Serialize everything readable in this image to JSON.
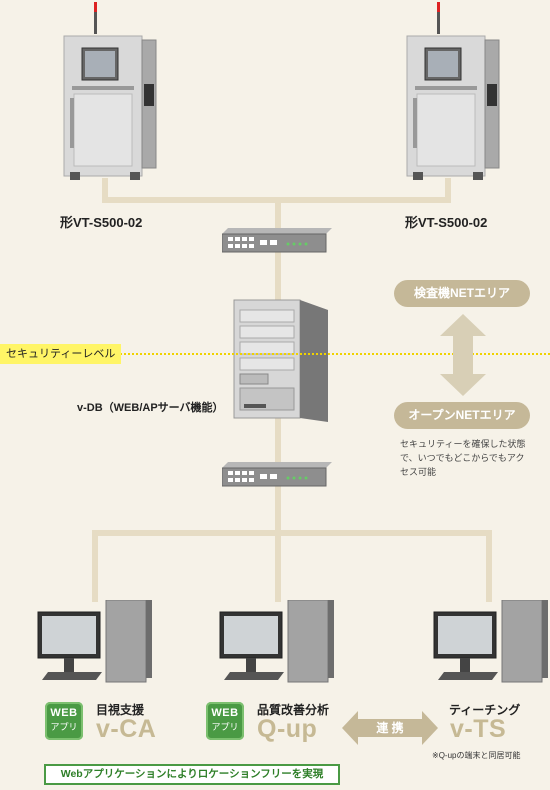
{
  "machines": [
    {
      "label": "形VT-S500-02"
    },
    {
      "label": "形VT-S500-02"
    }
  ],
  "server": {
    "label": "v-DB（WEB/APサーバ機能）"
  },
  "security": {
    "label": "セキュリティーレベル"
  },
  "areas": {
    "inspection": "検査機NETエリア",
    "open": "オープンNETエリア",
    "description_lines": [
      "セキュリティーを確保した状態",
      "で、いつでもどこからでもアク",
      "セス可能"
    ]
  },
  "apps": [
    {
      "badge_top": "WEB",
      "badge_bottom": "アプリ",
      "sub": "目視支援",
      "name": "v-CA"
    },
    {
      "badge_top": "WEB",
      "badge_bottom": "アプリ",
      "sub": "品質改善分析",
      "name": "Q-up"
    },
    {
      "sub": "ティーチング",
      "name": "v-TS",
      "note": "※Q-upの端末と同居可能"
    }
  ],
  "link_label": "連 携",
  "bottom_banner": "Webアプリケーションによりロケーションフリーを実現",
  "colors": {
    "background": "#f6f2e8",
    "line": "#e6dcc4",
    "pill": "#c5b898",
    "security_highlight": "#fff566",
    "green": "#4a9a44",
    "app_name": "#c6b994"
  }
}
